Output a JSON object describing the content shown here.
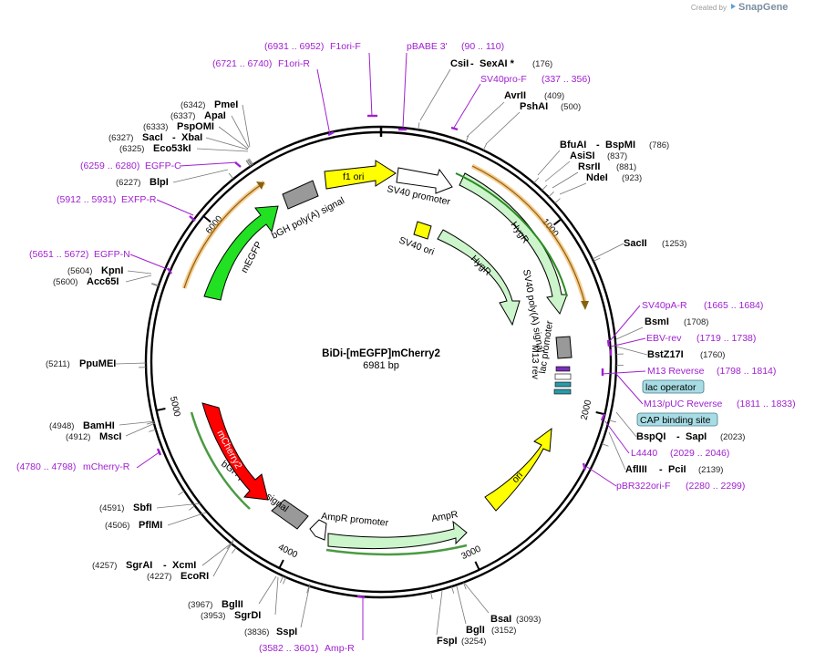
{
  "brand": {
    "created_by": "Created by",
    "name": "SnapGene"
  },
  "plasmid": {
    "name": "BiDi-[mEGFP]mCherry2",
    "length_label": "6981 bp",
    "length": 6981
  },
  "ticks": [
    {
      "label": "1000",
      "pos": 1000
    },
    {
      "label": "2000",
      "pos": 2000
    },
    {
      "label": "3000",
      "pos": 3000
    },
    {
      "label": "4000",
      "pos": 4000
    },
    {
      "label": "5000",
      "pos": 5000
    },
    {
      "label": "6000",
      "pos": 6000
    }
  ],
  "sites": [
    {
      "id": "csii",
      "pos": 176,
      "name": "CsiI",
      "name2": "SexAI *",
      "coord": "(176)"
    },
    {
      "id": "avrii",
      "pos": 409,
      "name": "AvrII",
      "coord": "(409)"
    },
    {
      "id": "pshai",
      "pos": 500,
      "name": "PshAI",
      "coord": "(500)"
    },
    {
      "id": "bfuai",
      "pos": 786,
      "name": "BfuAI",
      "name2": "BspMI",
      "coord": "(786)"
    },
    {
      "id": "asisi",
      "pos": 837,
      "name": "AsiSI",
      "coord": "(837)"
    },
    {
      "id": "rsrii",
      "pos": 881,
      "name": "RsrII",
      "coord": "(881)"
    },
    {
      "id": "ndei",
      "pos": 923,
      "name": "NdeI",
      "coord": "(923)"
    },
    {
      "id": "sacii",
      "pos": 1253,
      "name": "SacII",
      "coord": "(1253)"
    },
    {
      "id": "bsmi",
      "pos": 1708,
      "name": "BsmI",
      "coord": "(1708)"
    },
    {
      "id": "bstz17i",
      "pos": 1760,
      "name": "BstZ17I",
      "coord": "(1760)"
    },
    {
      "id": "bspqi",
      "pos": 2023,
      "name": "BspQI",
      "name2": "SapI",
      "coord": "(2023)"
    },
    {
      "id": "afliii",
      "pos": 2139,
      "name": "AflIII",
      "name2": "PciI",
      "coord": "(2139)"
    },
    {
      "id": "bsai",
      "pos": 3093,
      "name": "BsaI",
      "coord": "(3093)"
    },
    {
      "id": "bgli",
      "pos": 3152,
      "name": "BglI",
      "coord": "(3152)"
    },
    {
      "id": "fspi",
      "pos": 3254,
      "name": "FspI",
      "coord": "(3254)"
    },
    {
      "id": "sspi",
      "pos": 3836,
      "name": "SspI",
      "coord": "(3836)"
    },
    {
      "id": "sgrdi",
      "pos": 3953,
      "name": "SgrDI",
      "coord": "(3953)"
    },
    {
      "id": "bglii",
      "pos": 3967,
      "name": "BglII",
      "coord": "(3967)"
    },
    {
      "id": "ecori",
      "pos": 4227,
      "name": "EcoRI",
      "coord": "(4227)"
    },
    {
      "id": "sgrai",
      "pos": 4257,
      "name": "SgrAI",
      "name2": "XcmI",
      "coord": "(4257)"
    },
    {
      "id": "pflmi",
      "pos": 4506,
      "name": "PflMI",
      "coord": "(4506)"
    },
    {
      "id": "sbfi",
      "pos": 4591,
      "name": "SbfI",
      "coord": "(4591)"
    },
    {
      "id": "msci",
      "pos": 4912,
      "name": "MscI",
      "coord": "(4912)"
    },
    {
      "id": "bamhi",
      "pos": 4948,
      "name": "BamHI",
      "coord": "(4948)"
    },
    {
      "id": "pumei",
      "pos": 5211,
      "name": "PpuMEI",
      "coord": "(5211)"
    },
    {
      "id": "acc65i",
      "pos": 5600,
      "name": "Acc65I",
      "coord": "(5600)"
    },
    {
      "id": "kpni",
      "pos": 5604,
      "name": "KpnI",
      "coord": "(5604)"
    },
    {
      "id": "blpi",
      "pos": 6227,
      "name": "BlpI",
      "coord": "(6227)"
    },
    {
      "id": "eco53ki",
      "pos": 6325,
      "name": "Eco53kI",
      "coord": "(6325)"
    },
    {
      "id": "saci",
      "pos": 6327,
      "name": "SacI",
      "name2": "XbaI",
      "coord": "(6327)"
    },
    {
      "id": "psporni",
      "pos": 6333,
      "name": "PspOMI",
      "coord": "(6333)"
    },
    {
      "id": "apai",
      "pos": 6337,
      "name": "ApaI",
      "coord": "(6337)"
    },
    {
      "id": "pmei",
      "pos": 6342,
      "name": "PmeI",
      "coord": "(6342)"
    }
  ],
  "primers": [
    {
      "id": "f1ori-f",
      "name": "F1ori-F",
      "range": "(6931 .. 6952)",
      "pos": 6940
    },
    {
      "id": "f1ori-r",
      "name": "F1ori-R",
      "range": "(6721 .. 6740)",
      "pos": 6730
    },
    {
      "id": "pbabe3",
      "name": "pBABE 3'",
      "range": "(90 .. 110)",
      "pos": 100
    },
    {
      "id": "sv40pro-f",
      "name": "SV40pro-F",
      "range": "(337 .. 356)",
      "pos": 346
    },
    {
      "id": "egfp-c",
      "name": "EGFP-C",
      "range": "(6259 .. 6280)",
      "pos": 6270
    },
    {
      "id": "exfp-r",
      "name": "EXFP-R",
      "range": "(5912 .. 5931)",
      "pos": 5921
    },
    {
      "id": "egfp-n",
      "name": "EGFP-N",
      "range": "(5651 .. 5672)",
      "pos": 5661
    },
    {
      "id": "sv40pa-r",
      "name": "SV40pA-R",
      "range": "(1665 .. 1684)",
      "pos": 1674
    },
    {
      "id": "ebv-rev",
      "name": "EBV-rev",
      "range": "(1719 .. 1738)",
      "pos": 1728
    },
    {
      "id": "m13rev",
      "name": "M13 Reverse",
      "range": "(1798 .. 1814)",
      "pos": 1806
    },
    {
      "id": "m13puc",
      "name": "M13/pUC Reverse",
      "range": "(1811 .. 1833)",
      "pos": 1822
    },
    {
      "id": "l4440",
      "name": "L4440",
      "range": "(2029 .. 2046)",
      "pos": 2037
    },
    {
      "id": "pbr322",
      "name": "pBR322ori-F",
      "range": "(2280 .. 2299)",
      "pos": 2290
    },
    {
      "id": "mcherry-r",
      "name": "mCherry-R",
      "range": "(4780 .. 4798)",
      "pos": 4789
    },
    {
      "id": "amp-r",
      "name": "Amp-R",
      "range": "(3582 .. 3601)",
      "pos": 3591
    }
  ],
  "boxed_labels": [
    {
      "id": "lac-operator",
      "text": "lac operator"
    },
    {
      "id": "cap-site",
      "text": "CAP binding site"
    }
  ],
  "features": [
    {
      "id": "f1ori",
      "label": "f1 ori",
      "color": "#ffff00"
    },
    {
      "id": "bgh-top",
      "label": "bGH poly(A) signal",
      "color": "#999999"
    },
    {
      "id": "sv40promoter",
      "label": "SV40 promoter",
      "color": "#ffffff"
    },
    {
      "id": "hygr-outer",
      "label": "HygR",
      "color": "#ccf5cc"
    },
    {
      "id": "hygr-inner",
      "label": "HygR",
      "color": "#ccf5cc"
    },
    {
      "id": "sv40ori",
      "label": "SV40 ori",
      "color": "#ffff00"
    },
    {
      "id": "mEGFP",
      "label": "mEGFP",
      "color": "#22e022"
    },
    {
      "id": "sv40polya",
      "label": "SV40 poly(A) signal",
      "color": "#999999"
    },
    {
      "id": "m13rev",
      "label": "M13 rev",
      "color": "#ffffff"
    },
    {
      "id": "lacpromoter",
      "label": "lac promoter",
      "color": "#ffffff"
    },
    {
      "id": "ori",
      "label": "ori",
      "color": "#ffff00"
    },
    {
      "id": "ampr",
      "label": "AmpR",
      "color": "#ccf5cc"
    },
    {
      "id": "amprpromoter",
      "label": "AmpR promoter",
      "color": "#ffffff"
    },
    {
      "id": "bgh-bottom",
      "label": "bGH poly(A) signal",
      "color": "#999999"
    },
    {
      "id": "mcherry2",
      "label": "mCherry2",
      "color": "#ff0000"
    }
  ],
  "colors": {
    "primer": "#a020d0",
    "cds_green": "#22e022",
    "orange_outline": "#f0a030"
  }
}
